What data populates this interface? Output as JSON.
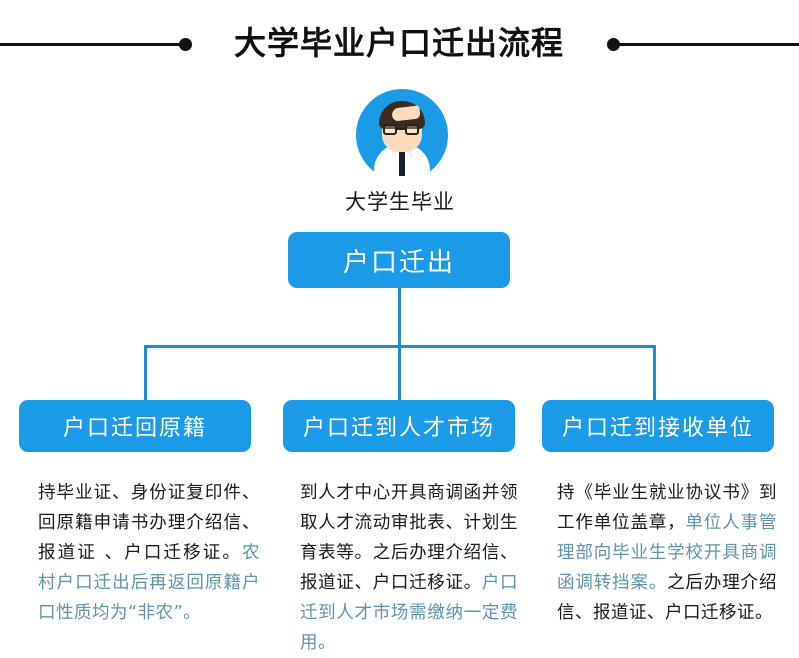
{
  "header": {
    "title": "大学毕业户口迁出流程",
    "rule_color": "#111111"
  },
  "avatar": {
    "icon_name": "graduate-student-avatar",
    "label": "大学生毕业",
    "circle_color": "#1b9ae8"
  },
  "flow": {
    "accent_color": "#1b9ae8",
    "line_color": "#1b8fd6",
    "root": {
      "label": "户口迁出"
    },
    "branches": [
      {
        "label": "户口迁回原籍",
        "body_plain_1": "持毕业证、身份证复印件、回原籍申请书办理介绍信、报道证 、户口迁移证。",
        "body_highlight": "农村户口迁出后再返回原籍户口性质均为“非农”。",
        "body_plain_2": ""
      },
      {
        "label": "户口迁到人才市场",
        "body_plain_1": "到人才中心开具商调函并领取人才流动审批表、计划生育表等。之后办理介绍信、报道证、户口迁移证。",
        "body_highlight": "户口迁到人才市场需缴纳一定费用。",
        "body_plain_2": ""
      },
      {
        "label": "户口迁到接收单位",
        "body_plain_1": "持《毕业生就业协议书》到工作单位盖章，",
        "body_highlight": "单位人事管理部向毕业生学校开具商调函调转挡案。",
        "body_plain_2": "之后办理介绍信、报道证、户口迁移证。"
      }
    ]
  }
}
